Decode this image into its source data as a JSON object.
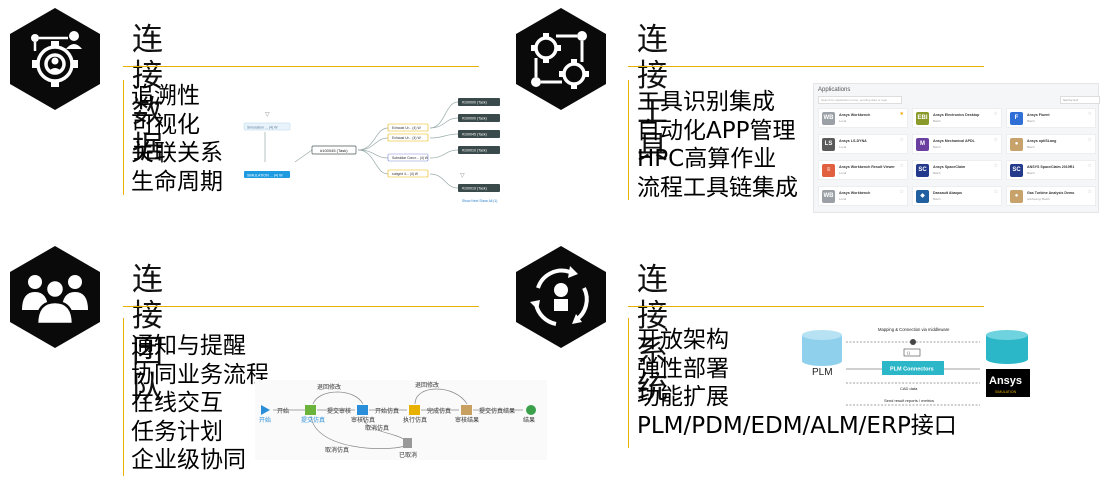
{
  "quadrants": [
    {
      "title": "连接数据",
      "icon": "data-gear-user-icon",
      "items": [
        "追溯性",
        "可视化",
        "关联关系",
        "生命周期"
      ]
    },
    {
      "title": "连接工具",
      "icon": "tool-gear-network-icon",
      "items": [
        "工具识别集成",
        "自动化APP管理",
        "HPC高算作业",
        "流程工具链集成"
      ]
    },
    {
      "title": "连接团队",
      "icon": "team-people-icon",
      "items": [
        "通知与提醒",
        "协同业务流程",
        "在线交互",
        "任务计划",
        "企业级协同"
      ]
    },
    {
      "title": "连接系统",
      "icon": "system-cycle-icon",
      "items": [
        "开放架构",
        "弹性部署",
        "功能扩展",
        "PLM/PDM/EDM/ALM/ERP接口"
      ]
    }
  ],
  "traceability_graph": {
    "root_top": "Simulation ... (4) W",
    "root_main": "SIMULATION ... (4) W",
    "task_main": "#100045 (Task)",
    "mid_nodes": [
      "Exhaust Ur... (4) W",
      "Exhaust Ur... (4) W",
      "Subsidiar Concr... (4) W",
      "subgrid 4... (4) W"
    ],
    "right_nodes": [
      "#100000 (Task)",
      "#100000 (Task)",
      "#100045 (Task)",
      "#100010 (Task)",
      "#100019 (Task)"
    ],
    "footer": "Show Next   Show All (1)"
  },
  "apps_panel": {
    "title": "Applications",
    "search_placeholder": "Search by application name, pending data or tags",
    "sort_label": "Sort by   A-Z",
    "cards": [
      {
        "icon": "WB",
        "name": "Ansys Workbench",
        "sub": "Local",
        "color": "#9aa0a6",
        "starred": true
      },
      {
        "icon": "EBI",
        "name": "Ansys Electronics Desktop",
        "sub": "Batch",
        "color": "#8a9a2a",
        "starred": false
      },
      {
        "icon": "F",
        "name": "Ansys Fluent",
        "sub": "Batch",
        "color": "#2f6fd6",
        "starred": false
      },
      {
        "icon": "LS",
        "name": "Ansys LS-DYNA",
        "sub": "Local",
        "color": "#5a5a5a",
        "starred": false
      },
      {
        "icon": "M",
        "name": "Ansys Mechanical APDL",
        "sub": "Batch",
        "color": "#6b3fa0",
        "starred": false
      },
      {
        "icon": "●",
        "name": "Ansys optiSLang",
        "sub": "Batch",
        "color": "#c7a26a",
        "starred": false
      },
      {
        "icon": "≡",
        "name": "Ansys Workbench Result Viewer",
        "sub": "Local",
        "color": "#e06040",
        "starred": false
      },
      {
        "icon": "SC",
        "name": "Ansys SpaceClaim",
        "sub": "Batch",
        "color": "#233a8c",
        "starred": false
      },
      {
        "icon": "SC",
        "name": "ANSYS SpaceClaim 2019R1",
        "sub": "Batch",
        "color": "#233a8c",
        "starred": false
      },
      {
        "icon": "WB",
        "name": "Ansys Workbench",
        "sub": "Local",
        "color": "#9aa0a6",
        "starred": false
      },
      {
        "icon": "◆",
        "name": "Dassault Abaqus",
        "sub": "Batch",
        "color": "#2060a0",
        "starred": false
      },
      {
        "icon": "●",
        "name": "Gas Turbine Analysis Demo",
        "sub": "optiSLang: Batch",
        "color": "#c7a26a",
        "starred": false
      }
    ]
  },
  "workflow": {
    "labels": [
      "开始",
      "开始",
      "提交仿真",
      "提交审核",
      "审核仿真",
      "开始仿真",
      "执行仿真",
      "完成仿真",
      "审核结果",
      "提交仿真结果",
      "结果",
      "退回修改",
      "退回修改",
      "取消仿真",
      "取消仿真",
      "已取消"
    ]
  },
  "system_diagram": {
    "top_label": "Mapping & Connection via middleware",
    "plm_label": "PLM",
    "connector_label": "PLM Connectors",
    "cad_label": "CAD data",
    "result_label": "Send result reports / metrics",
    "ansys_label": "Ansys",
    "ansys_sub": "SIMULATION"
  },
  "colors": {
    "accent_rule": "#e8b100",
    "hex_fill": "#0a0a0a",
    "teal": "#2bb7c8"
  }
}
